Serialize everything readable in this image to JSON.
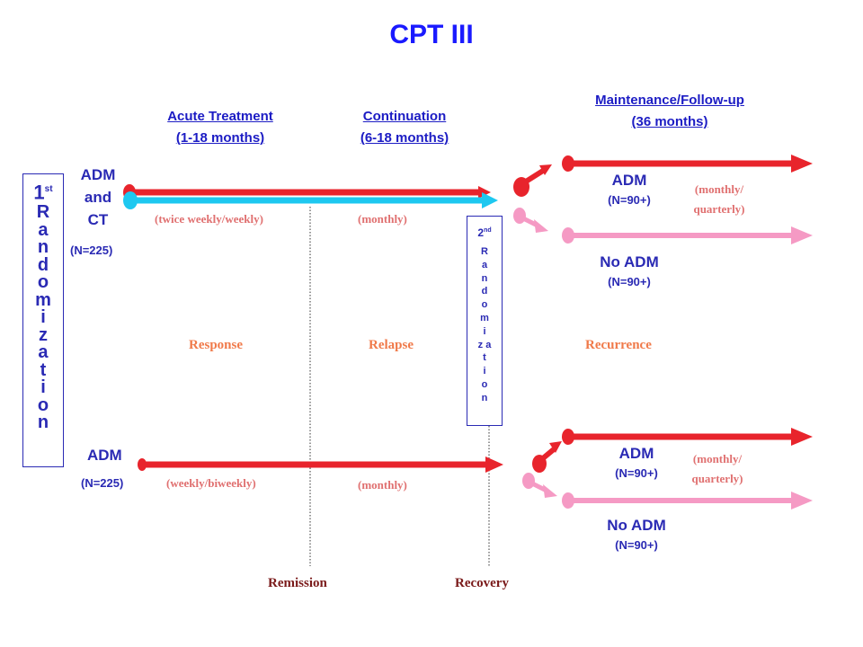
{
  "title": "CPT III",
  "phases": {
    "acute": {
      "label": "Acute Treatment",
      "duration": "(1-18 months)"
    },
    "continuation": {
      "label": "Continuation",
      "duration": "(6-18 months)"
    },
    "maintenance": {
      "label": "Maintenance/Follow-up",
      "duration": "(36 months)"
    }
  },
  "first_randomization": {
    "ordinal": "1",
    "suffix": "st",
    "letters": [
      "R",
      "a",
      "n",
      "d",
      "o",
      "m",
      "i",
      "z",
      "a",
      "t",
      "i",
      "o",
      "n"
    ]
  },
  "second_randomization": {
    "ordinal": "2",
    "suffix": "nd",
    "letters": [
      "R",
      "a",
      "n",
      "d",
      "o",
      "m",
      "i",
      "z a",
      "t",
      "i",
      "o",
      "n"
    ]
  },
  "arm_top": {
    "label_line1": "ADM",
    "label_line2": "and",
    "label_line3": "CT",
    "n": "(N=225)",
    "acute_freq": "(twice weekly/weekly)",
    "cont_freq": "(monthly)"
  },
  "arm_bottom": {
    "label": "ADM",
    "n": "(N=225)",
    "acute_freq": "(weekly/biweekly)",
    "cont_freq": "(monthly)"
  },
  "outcomes": {
    "response": "Response",
    "relapse": "Relapse",
    "recurrence": "Recurrence"
  },
  "milestones": {
    "remission": "Remission",
    "recovery": "Recovery"
  },
  "maintenance_arms": [
    {
      "label": "ADM",
      "n": "(N=90+)",
      "freq_line1": "(monthly/",
      "freq_line2": "quarterly)"
    },
    {
      "label": "No ADM",
      "n": "(N=90+)"
    },
    {
      "label": "ADM",
      "n": "(N=90+)",
      "freq_line1": "(monthly/",
      "freq_line2": "quarterly)"
    },
    {
      "label": "No ADM",
      "n": "(N=90+)"
    }
  ],
  "colors": {
    "red": "#e8242c",
    "pink": "#f59ac4",
    "cyan": "#1ec8f0",
    "navy": "#2a2ab4"
  }
}
